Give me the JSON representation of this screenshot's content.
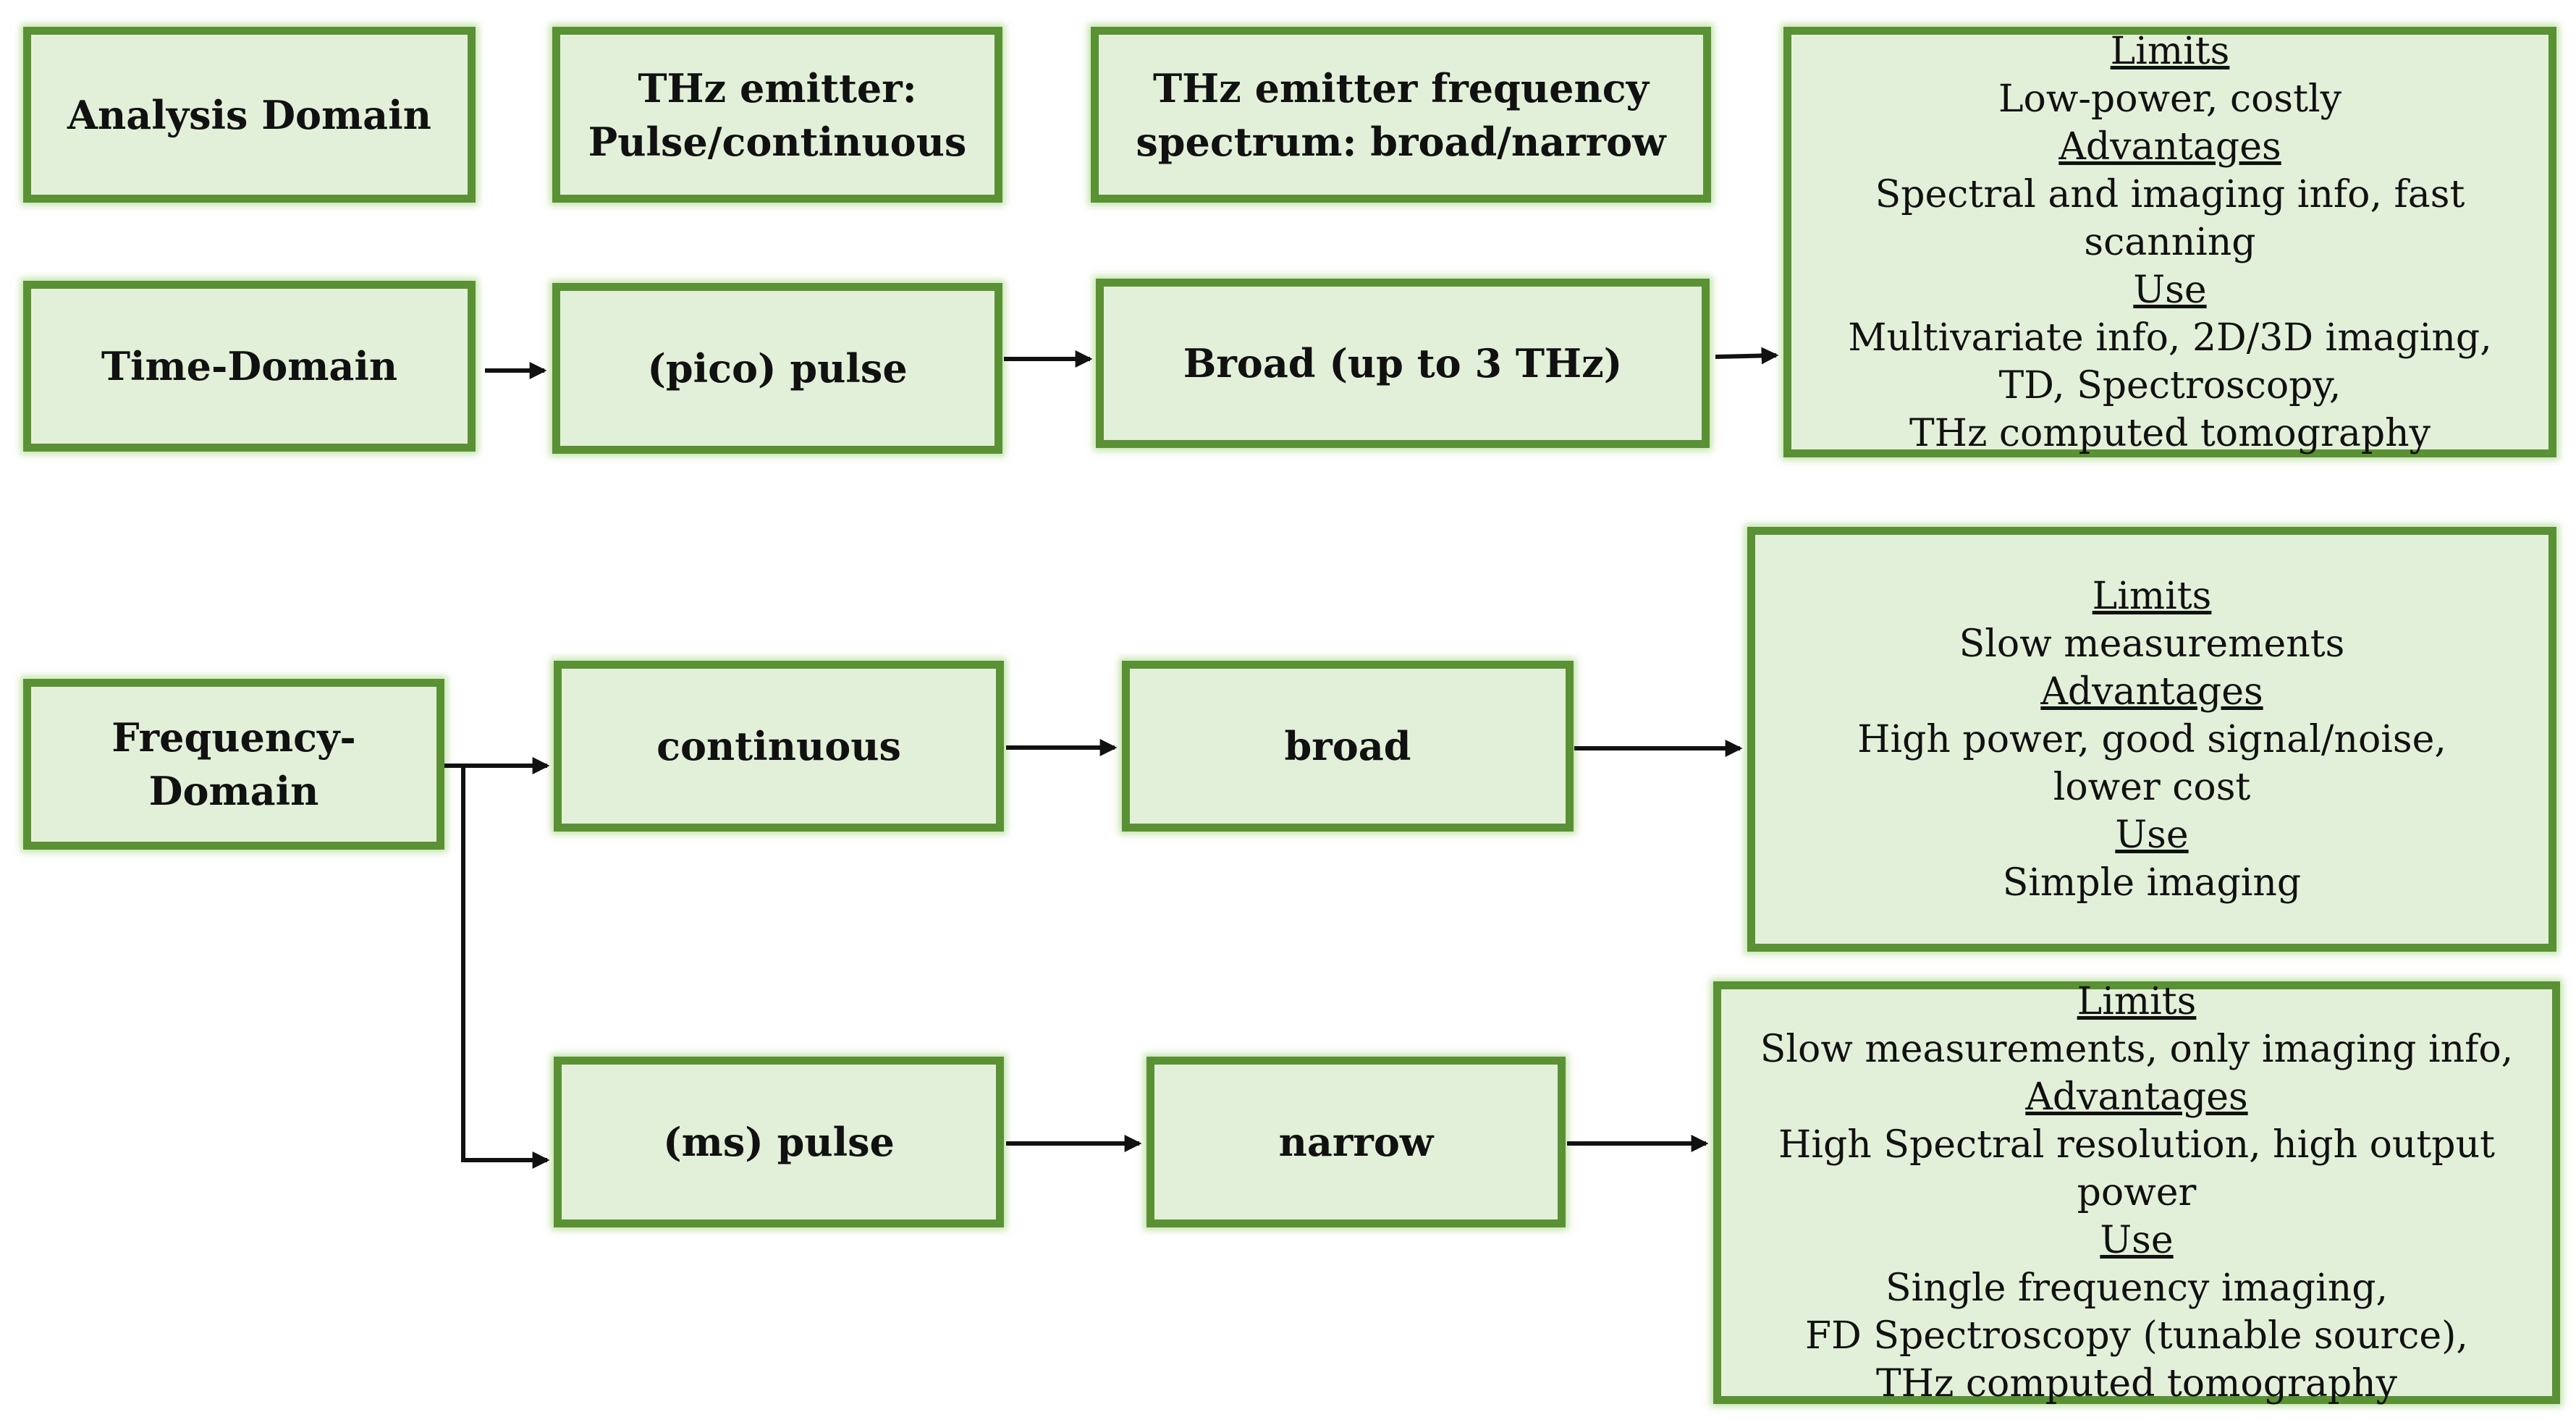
{
  "header": {
    "analysis_domain": "Analysis Domain",
    "emitter_line1": "THz emitter:",
    "emitter_line2": "Pulse/continuous",
    "spectrum_line1": "THz emitter frequency",
    "spectrum_line2": "spectrum: broad/narrow"
  },
  "time_domain": {
    "domain": "Time-Domain",
    "emitter": "(pico) pulse",
    "spectrum": "Broad (up to 3 THz)",
    "info": {
      "limits_title": "Limits",
      "limits": "Low-power, costly",
      "advantages_title": "Advantages",
      "advantages": "Spectral and imaging  info, fast scanning",
      "use_title": "Use",
      "use_1": "Multivariate info, 2D/3D imaging,",
      "use_2": "TD, Spectroscopy,",
      "use_3": "THz computed tomography"
    }
  },
  "frequency_domain": {
    "domain": "Frequency-Domain",
    "continuous": {
      "emitter": "continuous",
      "spectrum": "broad",
      "info": {
        "limits_title": "Limits",
        "limits": "Slow measurements",
        "advantages_title": "Advantages",
        "advantages_1": "High power, good signal/noise,",
        "advantages_2": "lower cost",
        "use_title": "Use",
        "use": "Simple imaging"
      }
    },
    "pulse": {
      "emitter": "(ms) pulse",
      "spectrum": "narrow",
      "info": {
        "limits_title": "Limits",
        "limits": "Slow measurements, only imaging info,",
        "advantages_title": "Advantages",
        "advantages": "High Spectral resolution,  high output power",
        "use_title": "Use",
        "use_1": "Single frequency imaging,",
        "use_2": "FD Spectroscopy (tunable source),",
        "use_3": "THz computed tomography"
      }
    }
  },
  "colors": {
    "box_fill": "#e3f0d9",
    "box_border": "#5a9134",
    "arrow": "#111111"
  }
}
